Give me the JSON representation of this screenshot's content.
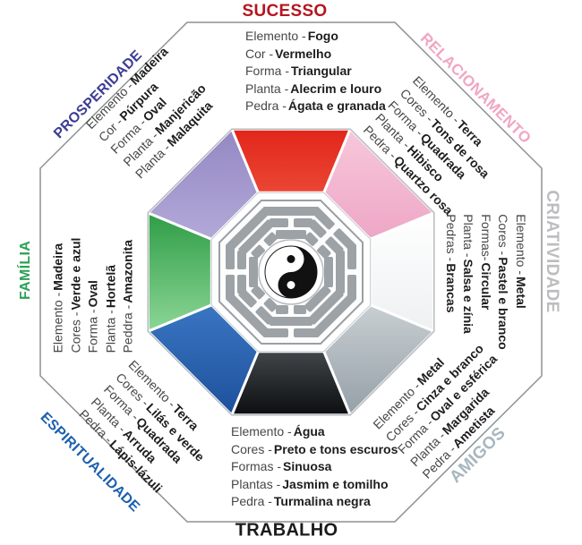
{
  "sections": {
    "sucesso": {
      "title": "SUCESSO",
      "items": [
        {
          "label": "Elemento -",
          "value": "Fogo"
        },
        {
          "label": "Cor -",
          "value": "Vermelho"
        },
        {
          "label": "Forma -",
          "value": "Triangular"
        },
        {
          "label": "Planta -",
          "value": "Alecrim e louro"
        },
        {
          "label": "Pedra -",
          "value": "Ágata e granada"
        }
      ]
    },
    "relacionamento": {
      "title": "RELACIONAMENTO",
      "items": [
        {
          "label": "Elemento -",
          "value": "Terra"
        },
        {
          "label": "Cores -",
          "value": "Tons de rosa"
        },
        {
          "label": "Forma -",
          "value": "Quadrada"
        },
        {
          "label": "Planta -",
          "value": "Hibisco"
        },
        {
          "label": "Pedra -",
          "value": "Quartzo rosa"
        }
      ]
    },
    "criatividade": {
      "title": "CRIATIVIDADE",
      "items": [
        {
          "label": "Elemento -",
          "value": "Metal"
        },
        {
          "label": "Cores -",
          "value": "Pastel e branco"
        },
        {
          "label": "Formas-",
          "value": "Circular"
        },
        {
          "label": "Planta -",
          "value": "Salsa e zínia"
        },
        {
          "label": "Pedras -",
          "value": "Brancas"
        }
      ]
    },
    "amigos": {
      "title": "AMIGOS",
      "items": [
        {
          "label": "Elemento -",
          "value": "Metal"
        },
        {
          "label": "Cores -",
          "value": "Cinza e branco"
        },
        {
          "label": "Forma -",
          "value": "Oval e esférica"
        },
        {
          "label": "Planta -",
          "value": "Margarida"
        },
        {
          "label": "Pedra -",
          "value": "Ametista"
        }
      ]
    },
    "trabalho": {
      "title": "TRABALHO",
      "items": [
        {
          "label": "Elemento -",
          "value": "Água"
        },
        {
          "label": "Cores -",
          "value": "Preto e tons escuros"
        },
        {
          "label": "Formas -",
          "value": "Sinuosa"
        },
        {
          "label": "Plantas -",
          "value": "Jasmim e tomilho"
        },
        {
          "label": "Pedra -",
          "value": "Turmalina negra"
        }
      ]
    },
    "espiritualidade": {
      "title": "ESPIRITUALIDADE",
      "items": [
        {
          "label": "Elemento -",
          "value": "Terra"
        },
        {
          "label": "Cores -",
          "value": "Lilás e verde"
        },
        {
          "label": "Forma -",
          "value": "Quadrada"
        },
        {
          "label": "Planta -",
          "value": "Arruda"
        },
        {
          "label": "Pedra -",
          "value": "Lápis-lázuli"
        }
      ]
    },
    "familia": {
      "title": "FAMÍLIA",
      "items": [
        {
          "label": "Elemento -",
          "value": "Madeira"
        },
        {
          "label": "Cores -",
          "value": "Verde e azul"
        },
        {
          "label": "Forma -",
          "value": "Oval"
        },
        {
          "label": "Planta -",
          "value": "Hortelã"
        },
        {
          "label": "Peddra -",
          "value": "Amazonita"
        }
      ]
    },
    "prosperidade": {
      "title": "PROSPERIDADE",
      "items": [
        {
          "label": "Elemento -",
          "value": "Madeira"
        },
        {
          "label": "Cor -",
          "value": "Púrpura"
        },
        {
          "label": "Forma -",
          "value": "Oval"
        },
        {
          "label": "Planta -",
          "value": "Manjericão"
        },
        {
          "label": "Planta -",
          "value": "Malaquita"
        }
      ]
    }
  },
  "colors": {
    "headings": {
      "sucesso": "#b5161f",
      "relacionamento": "#f0a6c3",
      "criatividade": "#bcbdbf",
      "amigos": "#a6b7bf",
      "trabalho": "#1b1b1b",
      "espiritualidade": "#1d60ae",
      "familia": "#2ca156",
      "prosperidade": "#3d3d95"
    },
    "segments": {
      "sucesso_outer": "#e2261a",
      "sucesso_inner": "#ea4634",
      "relacionamento_outer": "#f7c8db",
      "relacionamento_inner": "#eea6c6",
      "criatividade_outer": "#ffffff",
      "criatividade_inner": "#eef0f2",
      "amigos_outer": "#c9cfd2",
      "amigos_inner": "#94a0a7",
      "trabalho_outer": "#41464a",
      "trabalho_inner": "#0c0e10",
      "espiritualidade_outer": "#3a76c2",
      "espiritualidade_inner": "#1d509c",
      "familia_outer": "#2f9d46",
      "familia_inner": "#8cd697",
      "prosperidade_outer": "#9488c3",
      "prosperidade_inner": "#b3a9d8"
    },
    "trigram": "#9ca2a6",
    "outline": "#8d9094"
  }
}
